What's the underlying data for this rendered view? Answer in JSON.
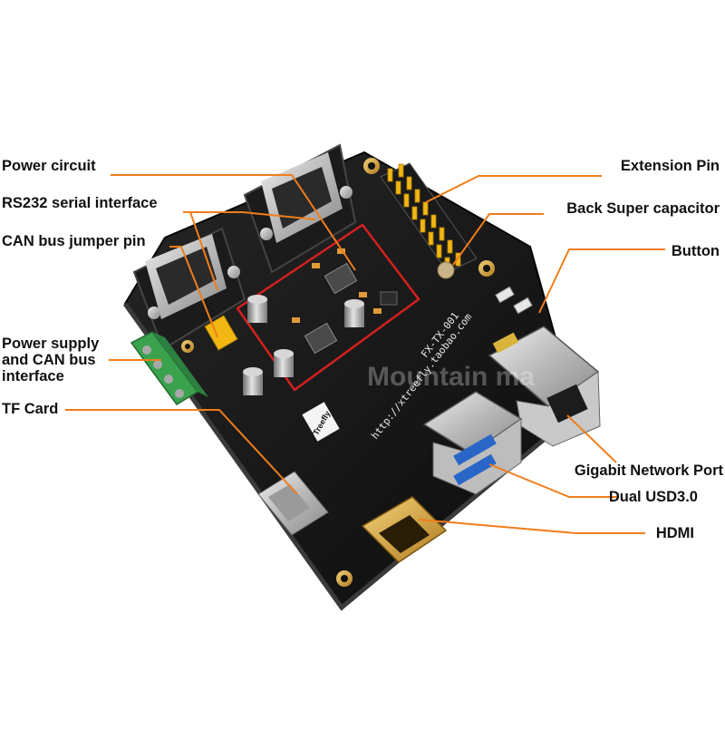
{
  "labels": {
    "power_circuit": "Power circuit",
    "rs232": "RS232 serial interface",
    "can_jumper": "CAN bus jumper pin",
    "power_supply": "Power supply and CAN bus interface",
    "tf_card": "TF Card",
    "extension_pin": "Extension Pin",
    "super_capacitor": "Back Super capacitor",
    "button": "Button",
    "gigabit": "Gigabit Network Port",
    "usb": "Dual USD3.0",
    "hdmi": "HDMI"
  },
  "board": {
    "model": "FX-TX-001",
    "url": "http://xtreefly.taobao.com",
    "brand": "Treefly",
    "watermark": "Mountain ma"
  },
  "colors": {
    "leader": "#f07d1a",
    "board": "#151515",
    "highlight": "#d4201f",
    "terminal": "#3aa24d",
    "pins": "#f2b713"
  }
}
